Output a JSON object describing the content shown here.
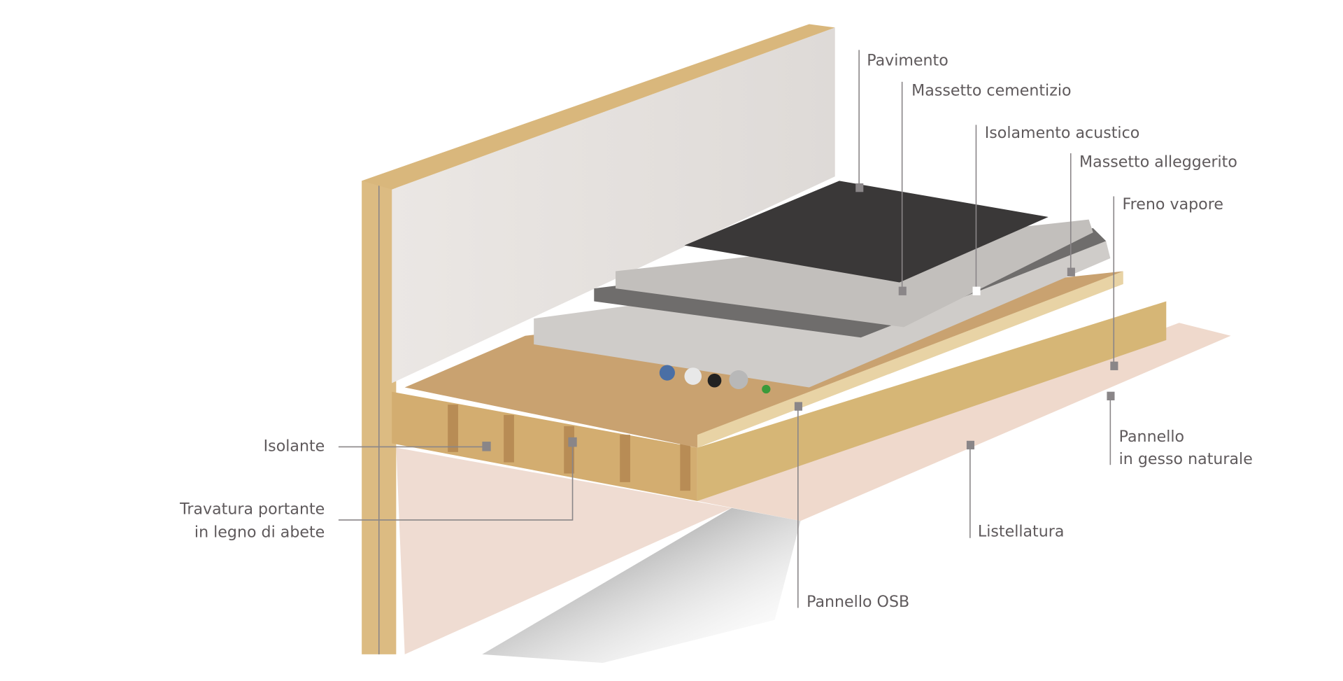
{
  "labels": {
    "pavimento": "Pavimento",
    "massetto_cementizio": "Massetto cementizio",
    "isolamento_acustico": "Isolamento acustico",
    "massetto_alleggerito": "Massetto alleggerito",
    "freno_vapore": "Freno vapore",
    "pannello_gesso_line1": "Pannello",
    "pannello_gesso_line2": "in gesso naturale",
    "listellatura": "Listellatura",
    "pannello_osb": "Pannello OSB",
    "isolante": "Isolante",
    "travatura_line1": "Travatura portante",
    "travatura_line2": "in legno di abete"
  },
  "colors": {
    "wall": "#e9e4e1",
    "wood": "#d9b77c",
    "osb": "#c9a270",
    "insulation": "#d6b676",
    "screed": "#c9c6c3",
    "acoustic": "#6f6d6c",
    "floor": "#3a3838",
    "gypsum": "#efd9cc",
    "leader": "#8a8688"
  }
}
